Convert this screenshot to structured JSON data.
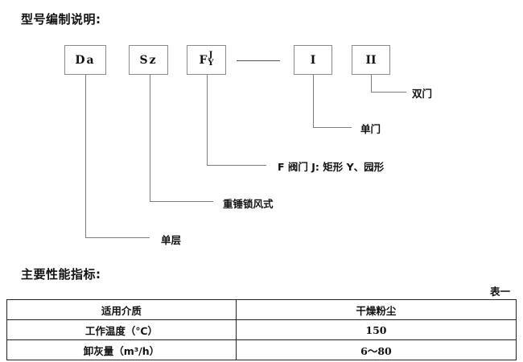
{
  "sections": {
    "model_heading": "型号编制说明:",
    "specs_heading": "主要性能指标:"
  },
  "diagram": {
    "boxes": [
      {
        "id": "box-da",
        "main": "Da",
        "sup": "",
        "sub": ""
      },
      {
        "id": "box-sz",
        "main": "Sz",
        "sup": "",
        "sub": ""
      },
      {
        "id": "box-f",
        "main": "F",
        "sup": "J",
        "sub": "Y"
      },
      {
        "id": "box-i",
        "main": "I",
        "sup": "",
        "sub": ""
      },
      {
        "id": "box-ii",
        "main": "II",
        "sup": "",
        "sub": ""
      }
    ],
    "labels": {
      "double_door": "双门",
      "single_door": "单门",
      "valve": "F 阀门 J: 矩形  Y、园形",
      "weight_lock": "重锤锁风式",
      "single_layer": "单层"
    }
  },
  "table": {
    "caption": "表一",
    "rows": [
      {
        "label": "适用介质",
        "value": "干燥粉尘"
      },
      {
        "label": "工作温度（℃）",
        "value": "150"
      },
      {
        "label": "卸灰量（m³/h）",
        "value": "6～80"
      }
    ]
  },
  "colors": {
    "text": "#111111",
    "box_border": "#8a8a8a",
    "leader_line": "#7d7d7d",
    "table_border": "#222222",
    "background": "#ffffff"
  }
}
